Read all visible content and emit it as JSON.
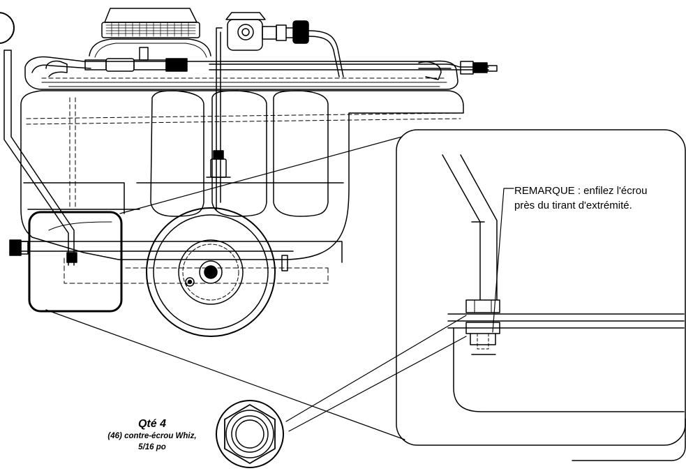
{
  "remark": {
    "line1": "REMARQUE : enfilez l'écrou",
    "line2": "près du tirant d'extrémité."
  },
  "part_callout": {
    "quantity": "Qté 4",
    "description": "(46) contre-écrou Whiz,",
    "size": "5/16 po"
  }
}
